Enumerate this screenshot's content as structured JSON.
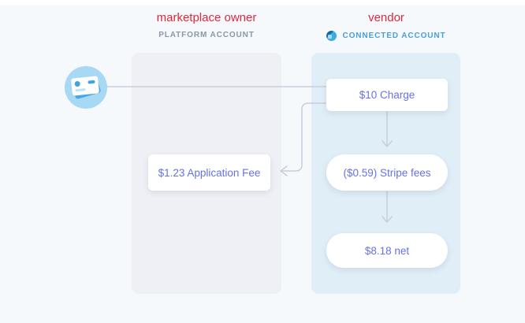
{
  "headers": {
    "platform": {
      "title": "marketplace owner",
      "subtitle": "PLATFORM ACCOUNT"
    },
    "vendor": {
      "title": "vendor",
      "subtitle": "CONNECTED ACCOUNT"
    }
  },
  "flow": {
    "charge": {
      "label": "$10 Charge"
    },
    "application_fee": {
      "label": "$1.23 Application Fee"
    },
    "stripe_fees": {
      "label": "($0.59) Stripe fees"
    },
    "net": {
      "label": "$8.18 net"
    }
  },
  "edges": [
    {
      "from": "payment-card",
      "to": "charge"
    },
    {
      "from": "charge",
      "to": "application_fee"
    },
    {
      "from": "charge",
      "to": "stripe_fees"
    },
    {
      "from": "stripe_fees",
      "to": "net"
    }
  ],
  "icons": {
    "payment_card": "credit-card-icon",
    "connected_account": "stripe-connect-icon"
  },
  "colors": {
    "heading_red": "#e2283b",
    "label_purple": "#6772e5",
    "platform_subtitle_gray": "#8b97a5",
    "vendor_subtitle_blue": "#4a9fd5",
    "connector_gray": "#c9ced9",
    "page_background": "#f6f9fc",
    "platform_column": "#eef0f5",
    "vendor_column": "#e0eef8",
    "card_badge_blue": "#a7d9f4"
  }
}
